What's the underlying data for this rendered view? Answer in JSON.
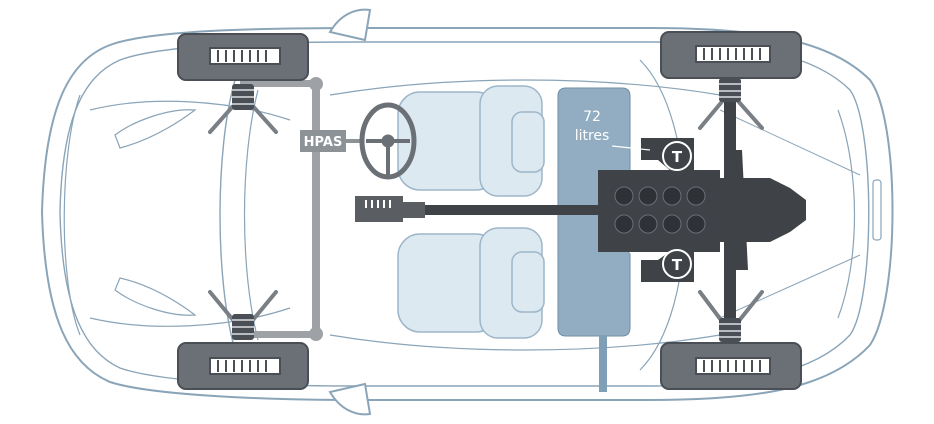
{
  "labels": {
    "power_steering": "HPAS",
    "fuel_capacity_value": "72",
    "fuel_capacity_unit": "litres",
    "turbo_marker": "T"
  },
  "colors": {
    "background": "#ffffff",
    "body_outline": "#8aa4b8",
    "glass_fill": "#dde9f1",
    "tyre": "#6b7076",
    "tyre_dark": "#4a4f55",
    "engine": "#3f4247",
    "cylinder": "#2e3136",
    "fuel_tank": "#7f9fb6",
    "steering_rack": "#9ea2a6",
    "label_text": "#ffffff"
  },
  "icons": [
    "steering-wheel-icon",
    "turbocharger-icon",
    "coil-spring-icon",
    "gearbox-icon"
  ]
}
